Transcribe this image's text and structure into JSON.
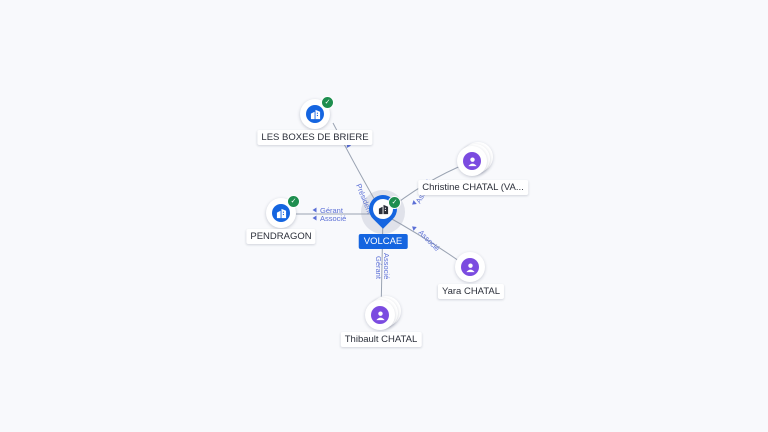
{
  "main": {
    "name": "VOLCAE",
    "icon": "building-icon",
    "verified": true
  },
  "companies": [
    {
      "id": "boxes",
      "name": "LES BOXES DE BRIERE",
      "icon": "building-icon",
      "verified": true,
      "relations": [
        "Président"
      ]
    },
    {
      "id": "pendragon",
      "name": "PENDRAGON",
      "icon": "building-icon",
      "verified": true,
      "relations": [
        "Gérant",
        "Associé"
      ]
    }
  ],
  "persons": [
    {
      "id": "christine",
      "name": "Christine CHATAL (VA...",
      "icon": "person-icon",
      "relations": [
        "Associé"
      ]
    },
    {
      "id": "yara",
      "name": "Yara CHATAL",
      "icon": "person-icon",
      "relations": [
        "Associé"
      ]
    },
    {
      "id": "thibault",
      "name": "Thibault CHATAL",
      "icon": "person-icon",
      "relations": [
        "Gérant",
        "Associé"
      ]
    }
  ],
  "colors": {
    "company": "#1565e0",
    "person": "#7b4be0",
    "verified": "#1e8e4f",
    "relation_text": "#5b6fd6",
    "edge": "#9aa3b2",
    "background": "#f8f9fc"
  }
}
